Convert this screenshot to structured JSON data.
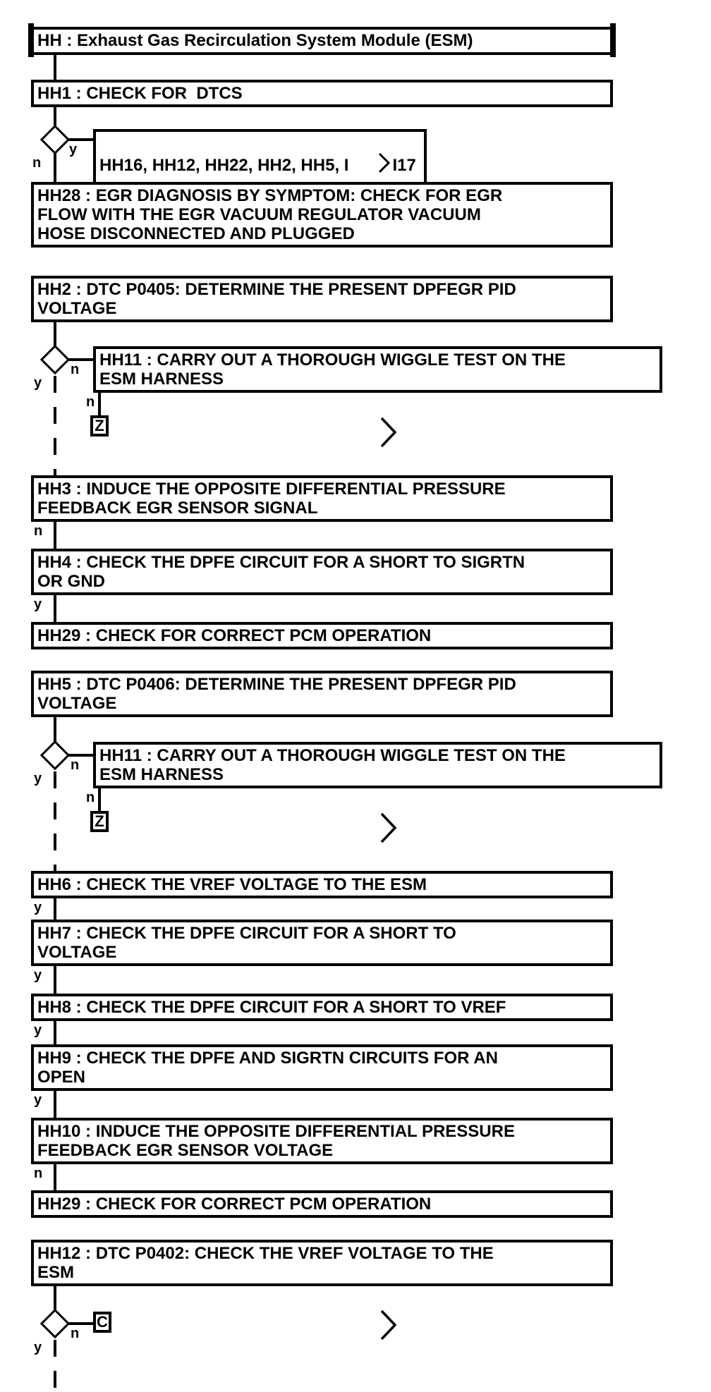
{
  "diagram": {
    "title": "HH : Exhaust Gas Recirculation System Module (ESM)",
    "labels": {
      "yes": "y",
      "no": "n"
    },
    "connectors": {
      "z": "Z",
      "c": "C"
    },
    "colors": {
      "line": "#000000",
      "background": "#ffffff"
    },
    "nodes": {
      "hh1": "HH1 : CHECK FOR  DTCS",
      "hh16_part1": "HH16, HH12, HH22, HH2, HH5, I",
      "hh16_part2": "I17",
      "hh28": "HH28 : EGR DIAGNOSIS BY SYMPTOM: CHECK FOR EGR\nFLOW WITH THE EGR VACUUM REGULATOR VACUUM\nHOSE DISCONNECTED AND PLUGGED",
      "hh2": "HH2 : DTC P0405: DETERMINE THE PRESENT DPFEGR PID\nVOLTAGE",
      "hh11": "HH11 : CARRY OUT A THOROUGH WIGGLE TEST ON THE\nESM HARNESS",
      "hh3": "HH3 : INDUCE THE OPPOSITE DIFFERENTIAL PRESSURE\nFEEDBACK EGR SENSOR SIGNAL",
      "hh4": "HH4 : CHECK THE DPFE CIRCUIT FOR A SHORT TO SIGRTN\nOR GND",
      "hh29": "HH29 : CHECK FOR CORRECT PCM OPERATION",
      "hh5": "HH5 : DTC P0406: DETERMINE THE PRESENT DPFEGR PID\nVOLTAGE",
      "hh6": "HH6 : CHECK THE VREF VOLTAGE TO THE ESM",
      "hh7": "HH7 : CHECK THE DPFE CIRCUIT FOR A SHORT TO\nVOLTAGE",
      "hh8": "HH8 : CHECK THE DPFE CIRCUIT FOR A SHORT TO VREF",
      "hh9": "HH9 : CHECK THE DPFE AND SIGRTN CIRCUITS FOR AN\nOPEN",
      "hh10": "HH10 : INDUCE THE OPPOSITE DIFFERENTIAL PRESSURE\nFEEDBACK EGR SENSOR VOLTAGE",
      "hh12": "HH12 : DTC P0402: CHECK THE VREF VOLTAGE TO THE\nESM"
    }
  }
}
